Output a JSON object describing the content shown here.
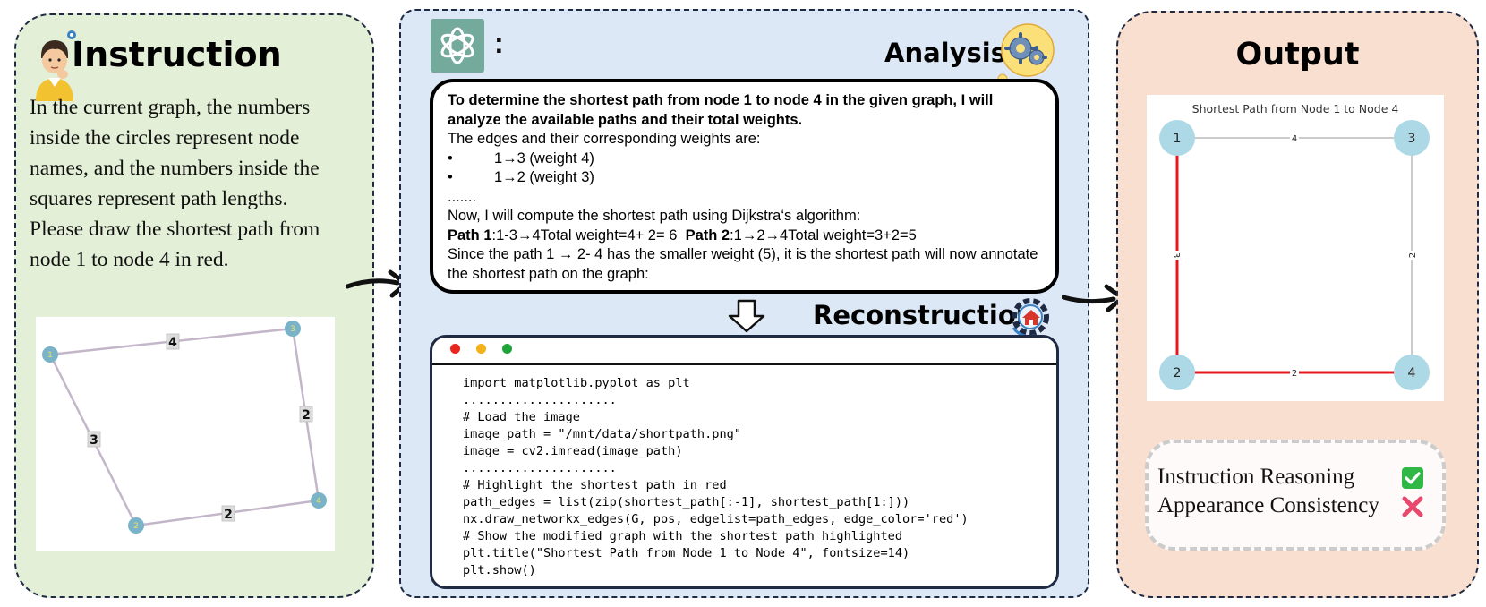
{
  "instruction": {
    "title": "Instruction",
    "lines": [
      "In the current graph, the numbers",
      "inside the circles represent node",
      "names, and the numbers inside the",
      "squares represent path lengths.",
      "Please draw the shortest path from",
      "node 1 to node 4 in red."
    ],
    "graph": {
      "nodes": [
        "1",
        "3",
        "4",
        "2"
      ],
      "edge_labels": [
        "4",
        "3",
        "2",
        "2"
      ],
      "node_color": "#7ab3c8",
      "label_color": "#e9e06a",
      "edge_color": "#c4b6c9"
    }
  },
  "analysis": {
    "title": "Analysis",
    "colon": ":",
    "intro_bold": "To determine the shortest path from node 1 to node 4 in the given graph, I will analyze the available paths and their total weights.",
    "edges_line": "The edges and their corresponding weights are:",
    "bullet_symbol": "•",
    "bullets": [
      "1→3 (weight 4)",
      "1→2 (weight 3)"
    ],
    "ellipsis": ".......",
    "compute_line": "Now, I will compute the shortest path using Dijkstra‘s algorithm:",
    "path1_label": "Path 1",
    "path1_text": ":1-3→4Total weight=4+ 2= 6",
    "path2_label": "Path 2",
    "path2_text": ":1→2→4Total weight=3+2=5",
    "conclusion": "Since the path 1 → 2- 4 has the smaller weight (5), it is the shortest path will now annotate the shortest path on the graph:"
  },
  "reconstruction": {
    "title": "Reconstruction",
    "window_dot_colors": [
      "#e8261f",
      "#f3b11a",
      "#1fa33b"
    ],
    "code_lines": [
      "import matplotlib.pyplot as plt",
      ".....................",
      "# Load the image",
      "image_path = \"/mnt/data/shortpath.png\"",
      "image = cv2.imread(image_path)",
      ".....................",
      "# Highlight the shortest path in red",
      "path_edges = list(zip(shortest_path[:-1], shortest_path[1:]))",
      "nx.draw_networkx_edges(G, pos, edgelist=path_edges, edge_color='red')",
      "# Show the modified graph with the shortest path highlighted",
      "plt.title(\"Shortest Path from Node 1 to Node 4\", fontsize=14)",
      "plt.show()"
    ]
  },
  "output": {
    "title": "Output",
    "graph": {
      "title": "Shortest Path from Node 1 to Node 4",
      "nodes": [
        "1",
        "3",
        "2",
        "4"
      ],
      "edge_labels": [
        "4",
        "3",
        "2",
        "2"
      ],
      "node_color": "#add8e6",
      "highlight_color": "#e8171f",
      "edge_color": "#9a9a9a"
    },
    "evaluation": [
      {
        "label": "Instruction Reasoning",
        "result": "pass",
        "icon": "check-icon",
        "color": "#2fb845"
      },
      {
        "label": "Appearance Consistency",
        "result": "fail",
        "icon": "cross-icon",
        "color": "#e8486c"
      }
    ]
  }
}
